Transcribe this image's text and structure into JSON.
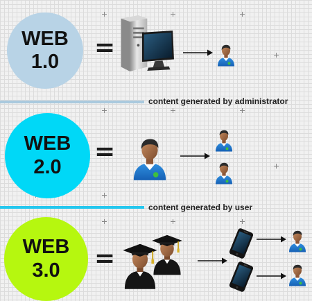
{
  "web1": {
    "label_line1": "WEB",
    "label_line2": "1.0",
    "equals": "=",
    "color": "#b8d3e6"
  },
  "web2": {
    "label_line1": "WEB",
    "label_line2": "2.0",
    "equals": "=",
    "color": "#00d8f7"
  },
  "web3": {
    "label_line1": "WEB",
    "label_line2": "3.0",
    "equals": "=",
    "color": "#b6f70f"
  },
  "captions": {
    "admin": "content generated by administrator",
    "user": "content generated by user"
  },
  "divider_colors": {
    "admin": "#a9c9de",
    "user": "#25c7ee"
  },
  "icons": {
    "server": "server-computer-icon",
    "person": "user-person-icon",
    "graduate": "graduate-cap-person-icon",
    "phone": "smartphone-icon",
    "arrow": "arrow-right-icon"
  }
}
